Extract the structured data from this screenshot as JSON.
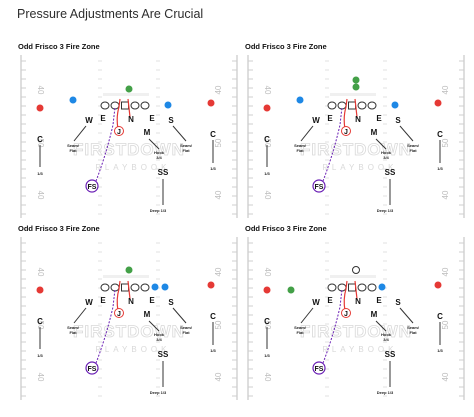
{
  "page": {
    "title": "Pressure Adjustments Are Crucial"
  },
  "colors": {
    "red": "#e53935",
    "blue": "#1e88e5",
    "green": "#43a047",
    "purple": "#6a1fb5",
    "route_red": "#e53935"
  },
  "field_markings": {
    "left_yard": "40",
    "right_yard": "40",
    "left_mid": "50",
    "right_mid": "50"
  },
  "watermark": {
    "line1": "FIRSTDOWN",
    "line2": "PLAYBOOK"
  },
  "defenders": {
    "w": "W",
    "e": "E",
    "n": "N",
    "es": "E",
    "s": "S",
    "j": "J",
    "m": "M",
    "c_left": "C",
    "c_right": "C",
    "fs": "FS",
    "ss": "SS"
  },
  "notes": {
    "seam_flat_l": "Seam/\nFlat",
    "seam_flat_r": "Seam/\nFlat",
    "hook": "Hook\n3/4",
    "deep_left": "1/3",
    "deep_mid": "Deep 1/3",
    "deep_right": "1/3"
  },
  "panels": [
    {
      "title": "Odd Frisco 3 Fire Zone",
      "variant": "base"
    },
    {
      "title": "Odd Frisco 3 Fire Zone",
      "variant": "twin-green"
    },
    {
      "title": "Odd Frisco 3 Fire Zone",
      "variant": "green-top"
    },
    {
      "title": "Odd Frisco 3 Fire Zone",
      "variant": "white-top"
    }
  ]
}
